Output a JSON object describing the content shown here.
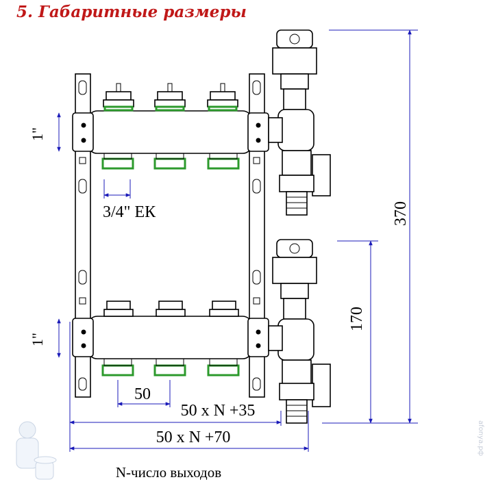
{
  "title": "5. Габаритные размеры",
  "diagram": {
    "thread_top": "1\"",
    "thread_bottom": "1\"",
    "outlet_thread": "3/4\" ЕК",
    "pitch": "50",
    "dim_inner": "50 x N +35",
    "dim_outer": "50 x N +70",
    "height_total": "370",
    "height_bottom": "170",
    "caption": "N-число выходов"
  },
  "watermark": "afonya.рф"
}
